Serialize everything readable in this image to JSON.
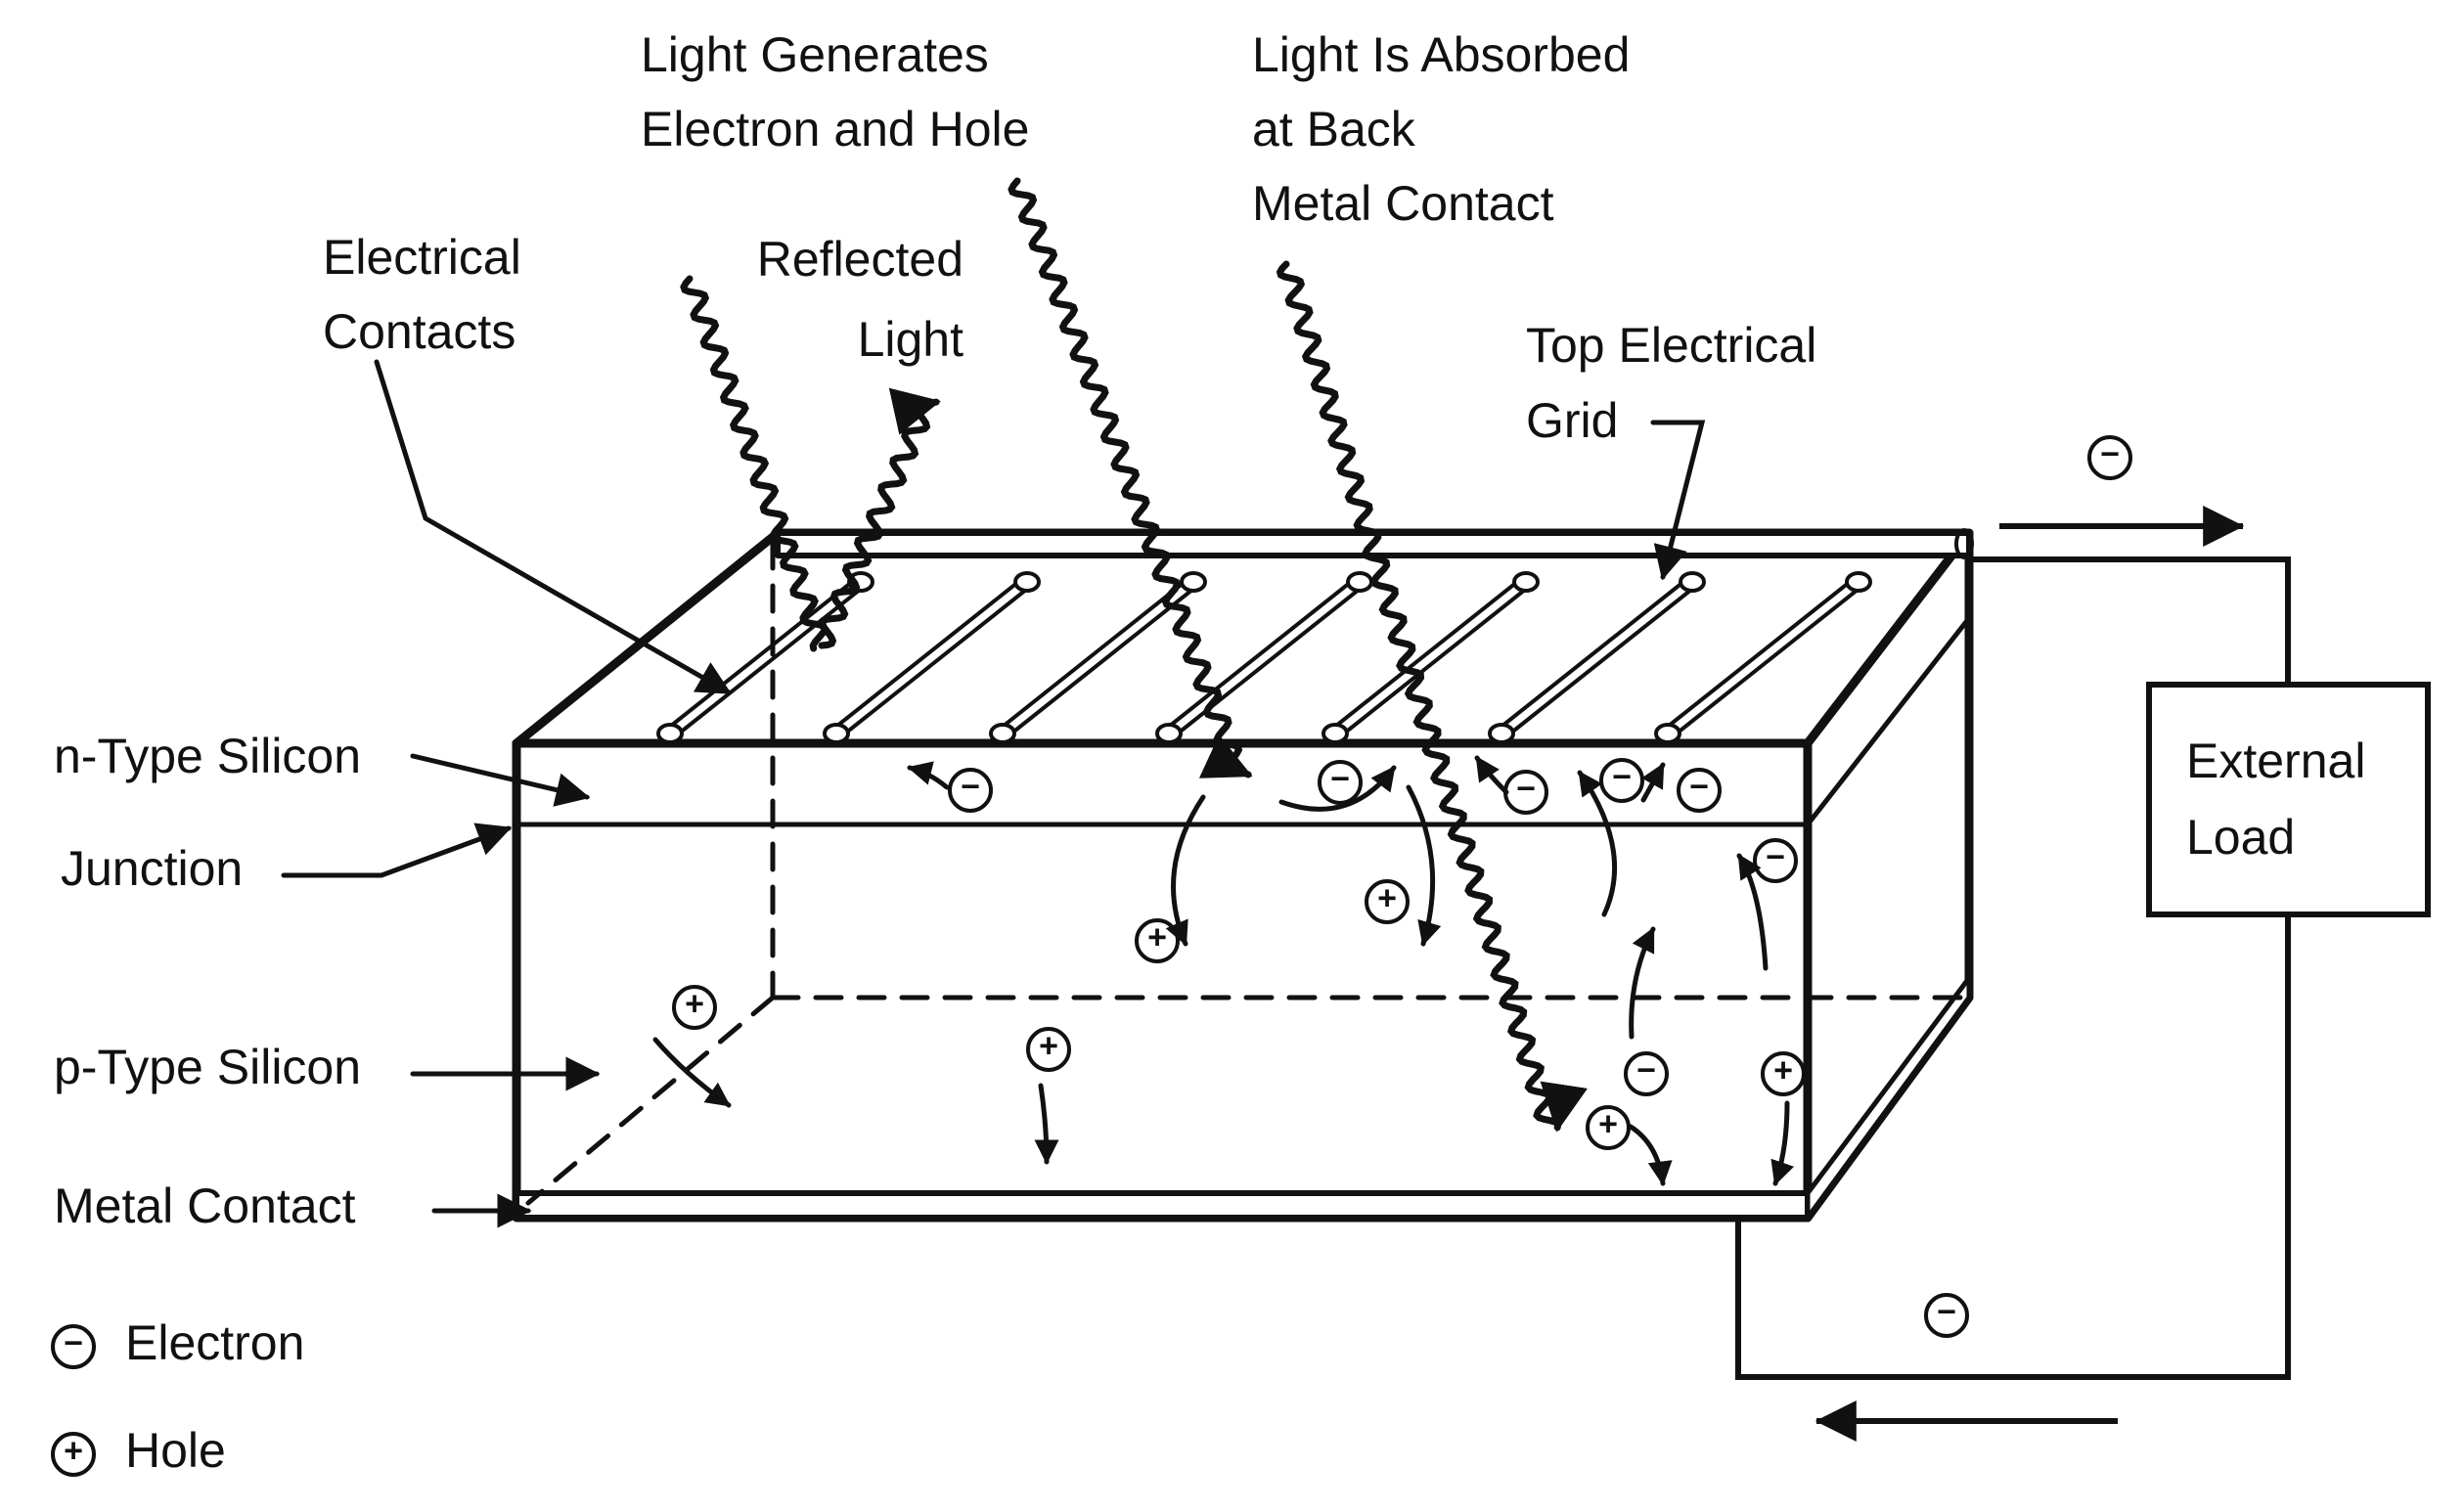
{
  "labels": {
    "light_generates": [
      "Light Generates",
      "Electron and Hole"
    ],
    "light_absorbed": [
      "Light Is Absorbed",
      "at Back",
      "Metal Contact"
    ],
    "electrical_contacts": [
      "Electrical",
      "Contacts"
    ],
    "reflected_light": [
      "Reflected",
      "Light"
    ],
    "top_grid": [
      "Top Electrical",
      "Grid"
    ],
    "n_type": "n-Type Silicon",
    "junction": "Junction",
    "p_type": "p-Type Silicon",
    "metal_contact": "Metal Contact",
    "external_load": [
      "External",
      "Load"
    ]
  },
  "legend": {
    "electron_label": "Electron",
    "hole_label": "Hole"
  },
  "symbols": {
    "electron": "−",
    "hole": "+"
  },
  "colors": {
    "ink": "#111111",
    "background": "#ffffff"
  }
}
